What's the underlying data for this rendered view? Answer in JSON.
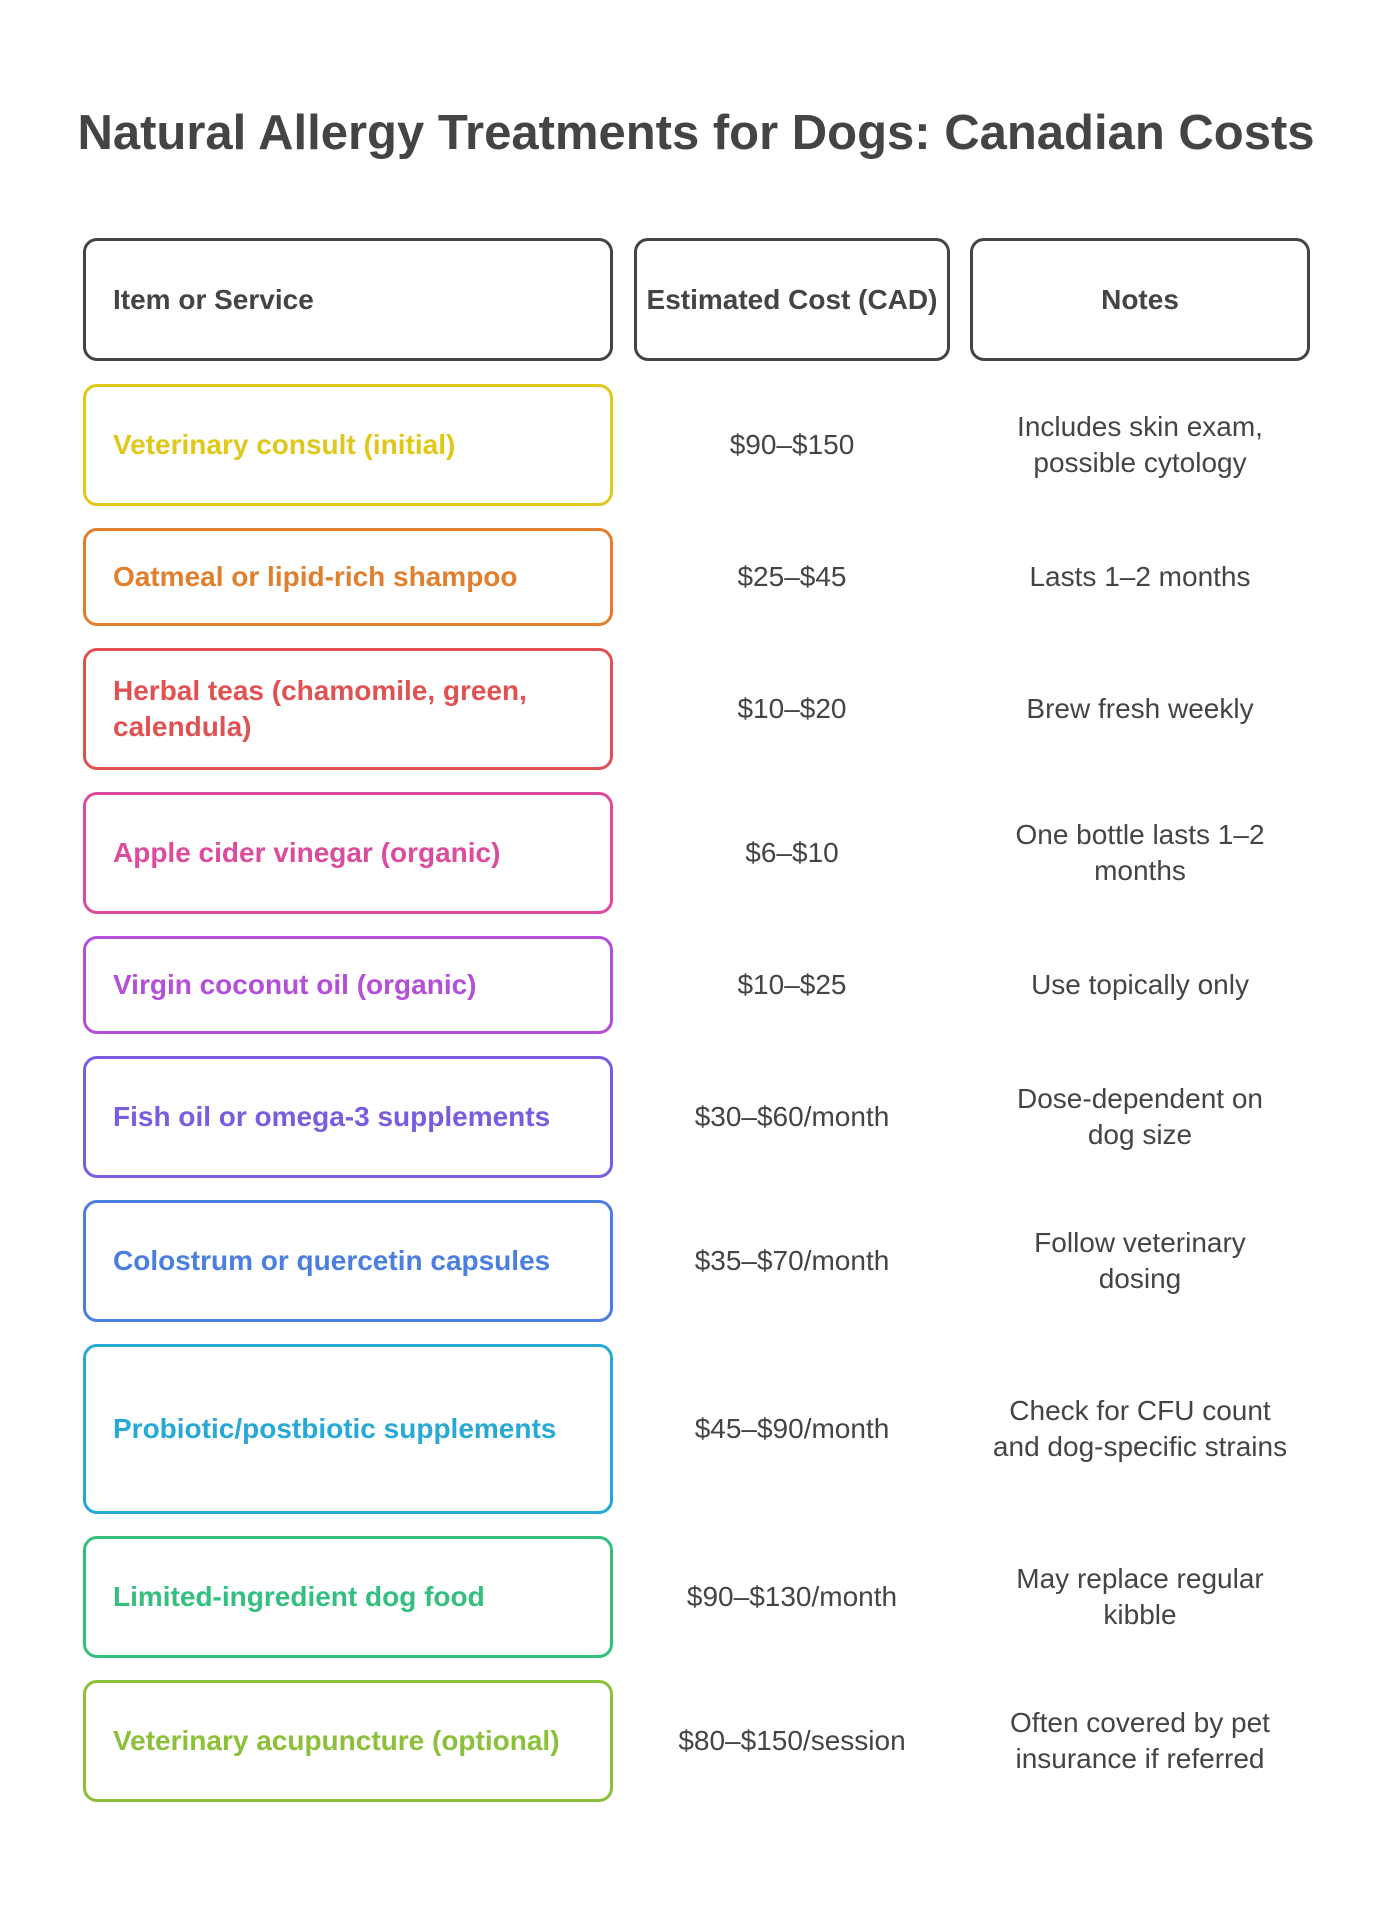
{
  "title": "Natural Allergy Treatments for Dogs: Canadian Costs",
  "headers": {
    "item": "Item or Service",
    "cost": "Estimated Cost (CAD)",
    "notes": "Notes"
  },
  "rows": [
    {
      "item": "Veterinary consult (initial)",
      "cost": "$90–$150",
      "notes": "Includes skin exam, possible cytology",
      "color": "#e0c81a"
    },
    {
      "item": "Oatmeal or lipid-rich shampoo",
      "cost": "$25–$45",
      "notes": "Lasts 1–2 months",
      "color": "#e07f2e"
    },
    {
      "item": "Herbal teas (chamomile, green, calendula)",
      "cost": "$10–$20",
      "notes": "Brew fresh weekly",
      "color": "#e05252"
    },
    {
      "item": "Apple cider vinegar (organic)",
      "cost": "$6–$10",
      "notes": "One bottle lasts 1–2 months",
      "color": "#dd4c9c"
    },
    {
      "item": "Virgin coconut oil (organic)",
      "cost": "$10–$25",
      "notes": "Use topically only",
      "color": "#b44fd8"
    },
    {
      "item": "Fish oil or omega-3 supplements",
      "cost": "$30–$60/month",
      "notes": "Dose-dependent on dog size",
      "color": "#7b5ce0"
    },
    {
      "item": "Colostrum or quercetin capsules",
      "cost": "$35–$70/month",
      "notes": "Follow veterinary dosing",
      "color": "#4a7fe0"
    },
    {
      "item": "Probiotic/postbiotic supplements",
      "cost": "$45–$90/month",
      "notes": "Check for CFU count and dog-specific strains",
      "color": "#27a9d6"
    },
    {
      "item": "Limited-ingredient dog food",
      "cost": "$90–$130/month",
      "notes": "May replace regular kibble",
      "color": "#33c07f"
    },
    {
      "item": "Veterinary acupuncture (optional)",
      "cost": "$80–$150/session",
      "notes": "Often covered by pet insurance if referred",
      "color": "#8cbf3a"
    }
  ]
}
